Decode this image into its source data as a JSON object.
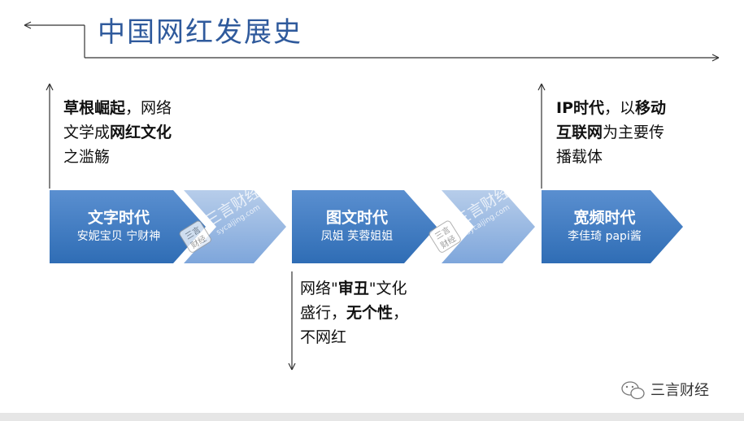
{
  "title": "中国网红发展史",
  "stages": [
    {
      "name": "文字时代",
      "people": "安妮宝贝   宁财神"
    },
    {
      "name": "图文时代",
      "people": "凤姐   芙蓉姐姐"
    },
    {
      "name": "宽频时代",
      "people": "李佳琦  papi酱"
    }
  ],
  "notes": {
    "n1": {
      "b1": "草根崛起",
      "t1": "，网络文学成",
      "b2": "网红文化",
      "t2": "之滥觞"
    },
    "n2": {
      "t1": "网络\"",
      "b1": "审丑",
      "t2": "\"文化盛行，",
      "b2": "无个性",
      "t3": "，不网红"
    },
    "n3": {
      "b1": "IP时代",
      "t1": "，以",
      "b2": "移动互联网",
      "t2": "为主要传播载体"
    }
  },
  "watermark": {
    "cn": "三言财经",
    "en": "sycaijing.com",
    "logo_top": "三言",
    "logo_bottom": "财经"
  },
  "brand": {
    "wechat_label": "三言财经"
  },
  "colors": {
    "primary": "#3b77bd",
    "light": "#8fb3df",
    "title": "#2f5a9c"
  }
}
